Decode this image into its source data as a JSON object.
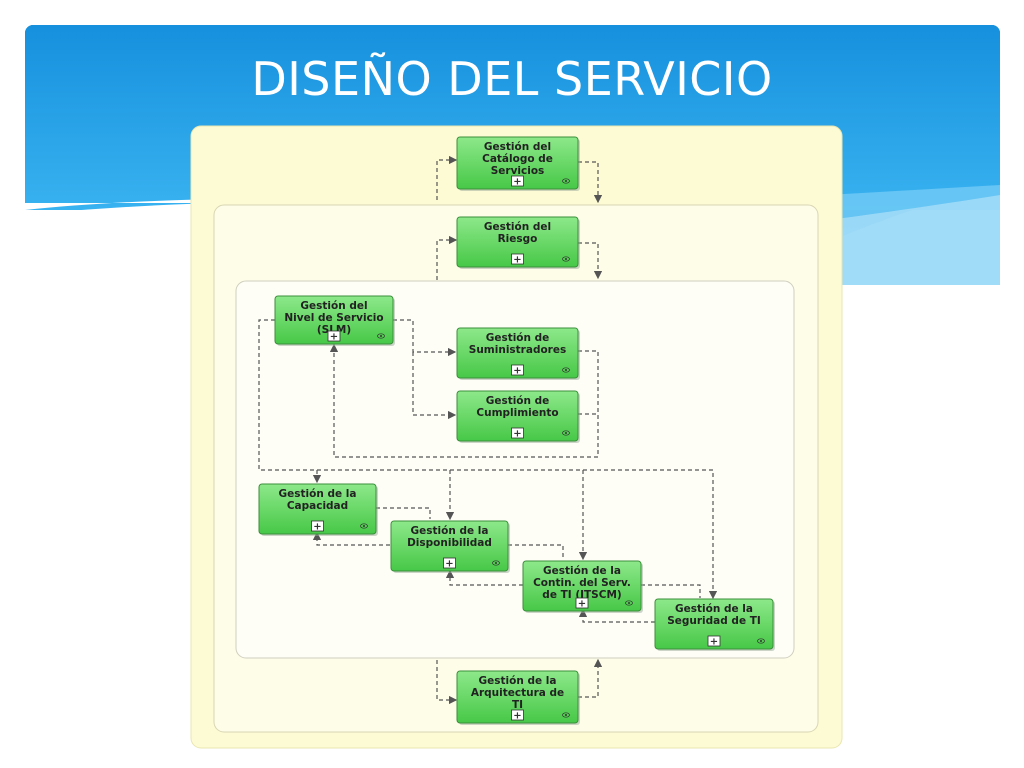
{
  "slide": {
    "title": "DISEÑO DEL SERVICIO"
  },
  "colors": {
    "header_blue": "#1493dc",
    "outer_panel": "#fdfbd3",
    "box_green": "#5ed35e",
    "arrow": "#555555"
  },
  "boxes": {
    "catalogo": [
      "Gestión del",
      "Catálogo de",
      "Servicios"
    ],
    "riesgo": [
      "Gestión del",
      "Riesgo"
    ],
    "slm": [
      "Gestión del",
      "Nivel de Servicio",
      "(SLM)"
    ],
    "suministradores": [
      "Gestión de",
      "Suministradores"
    ],
    "cumplimiento": [
      "Gestión de",
      "Cumplimiento"
    ],
    "capacidad": [
      "Gestión de la",
      "Capacidad"
    ],
    "disponibilidad": [
      "Gestión de la",
      "Disponibilidad"
    ],
    "itscm": [
      "Gestión de la",
      "Contin. del Serv.",
      "de TI (ITSCM)"
    ],
    "seguridad": [
      "Gestión de la",
      "Seguridad de TI"
    ],
    "arquitectura": [
      "Gestión de la",
      "Arquitectura de",
      "TI"
    ]
  },
  "expand_glyph": "+",
  "small_icon": "eye-icon"
}
